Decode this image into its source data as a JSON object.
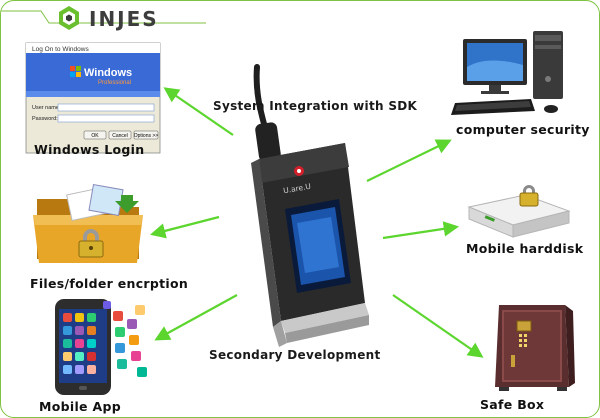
{
  "logo": {
    "text": "INJES"
  },
  "center_device": {
    "caption_top": "System Integration with SDK",
    "caption_bottom": "Secondary Development",
    "model_text": "U.are.U"
  },
  "targets": {
    "windows_login": {
      "label": "Windows Login",
      "screenshot_title": "Log On to Windows",
      "brand": "Windows",
      "edition": "Professional",
      "user_label": "User name:",
      "password_label": "Password:",
      "buttons": [
        "OK",
        "Cancel",
        "Options >>"
      ]
    },
    "files_folder": {
      "label": "Files/folder encrption"
    },
    "mobile_app": {
      "label": "Mobile App"
    },
    "computer_security": {
      "label": "computer security"
    },
    "mobile_harddisk": {
      "label": "Mobile harddisk"
    },
    "safe_box": {
      "label": "Safe Box"
    }
  },
  "colors": {
    "arrow": "#5cd62e",
    "logo_green": "#6abf2e",
    "frame": "#7fc241"
  }
}
